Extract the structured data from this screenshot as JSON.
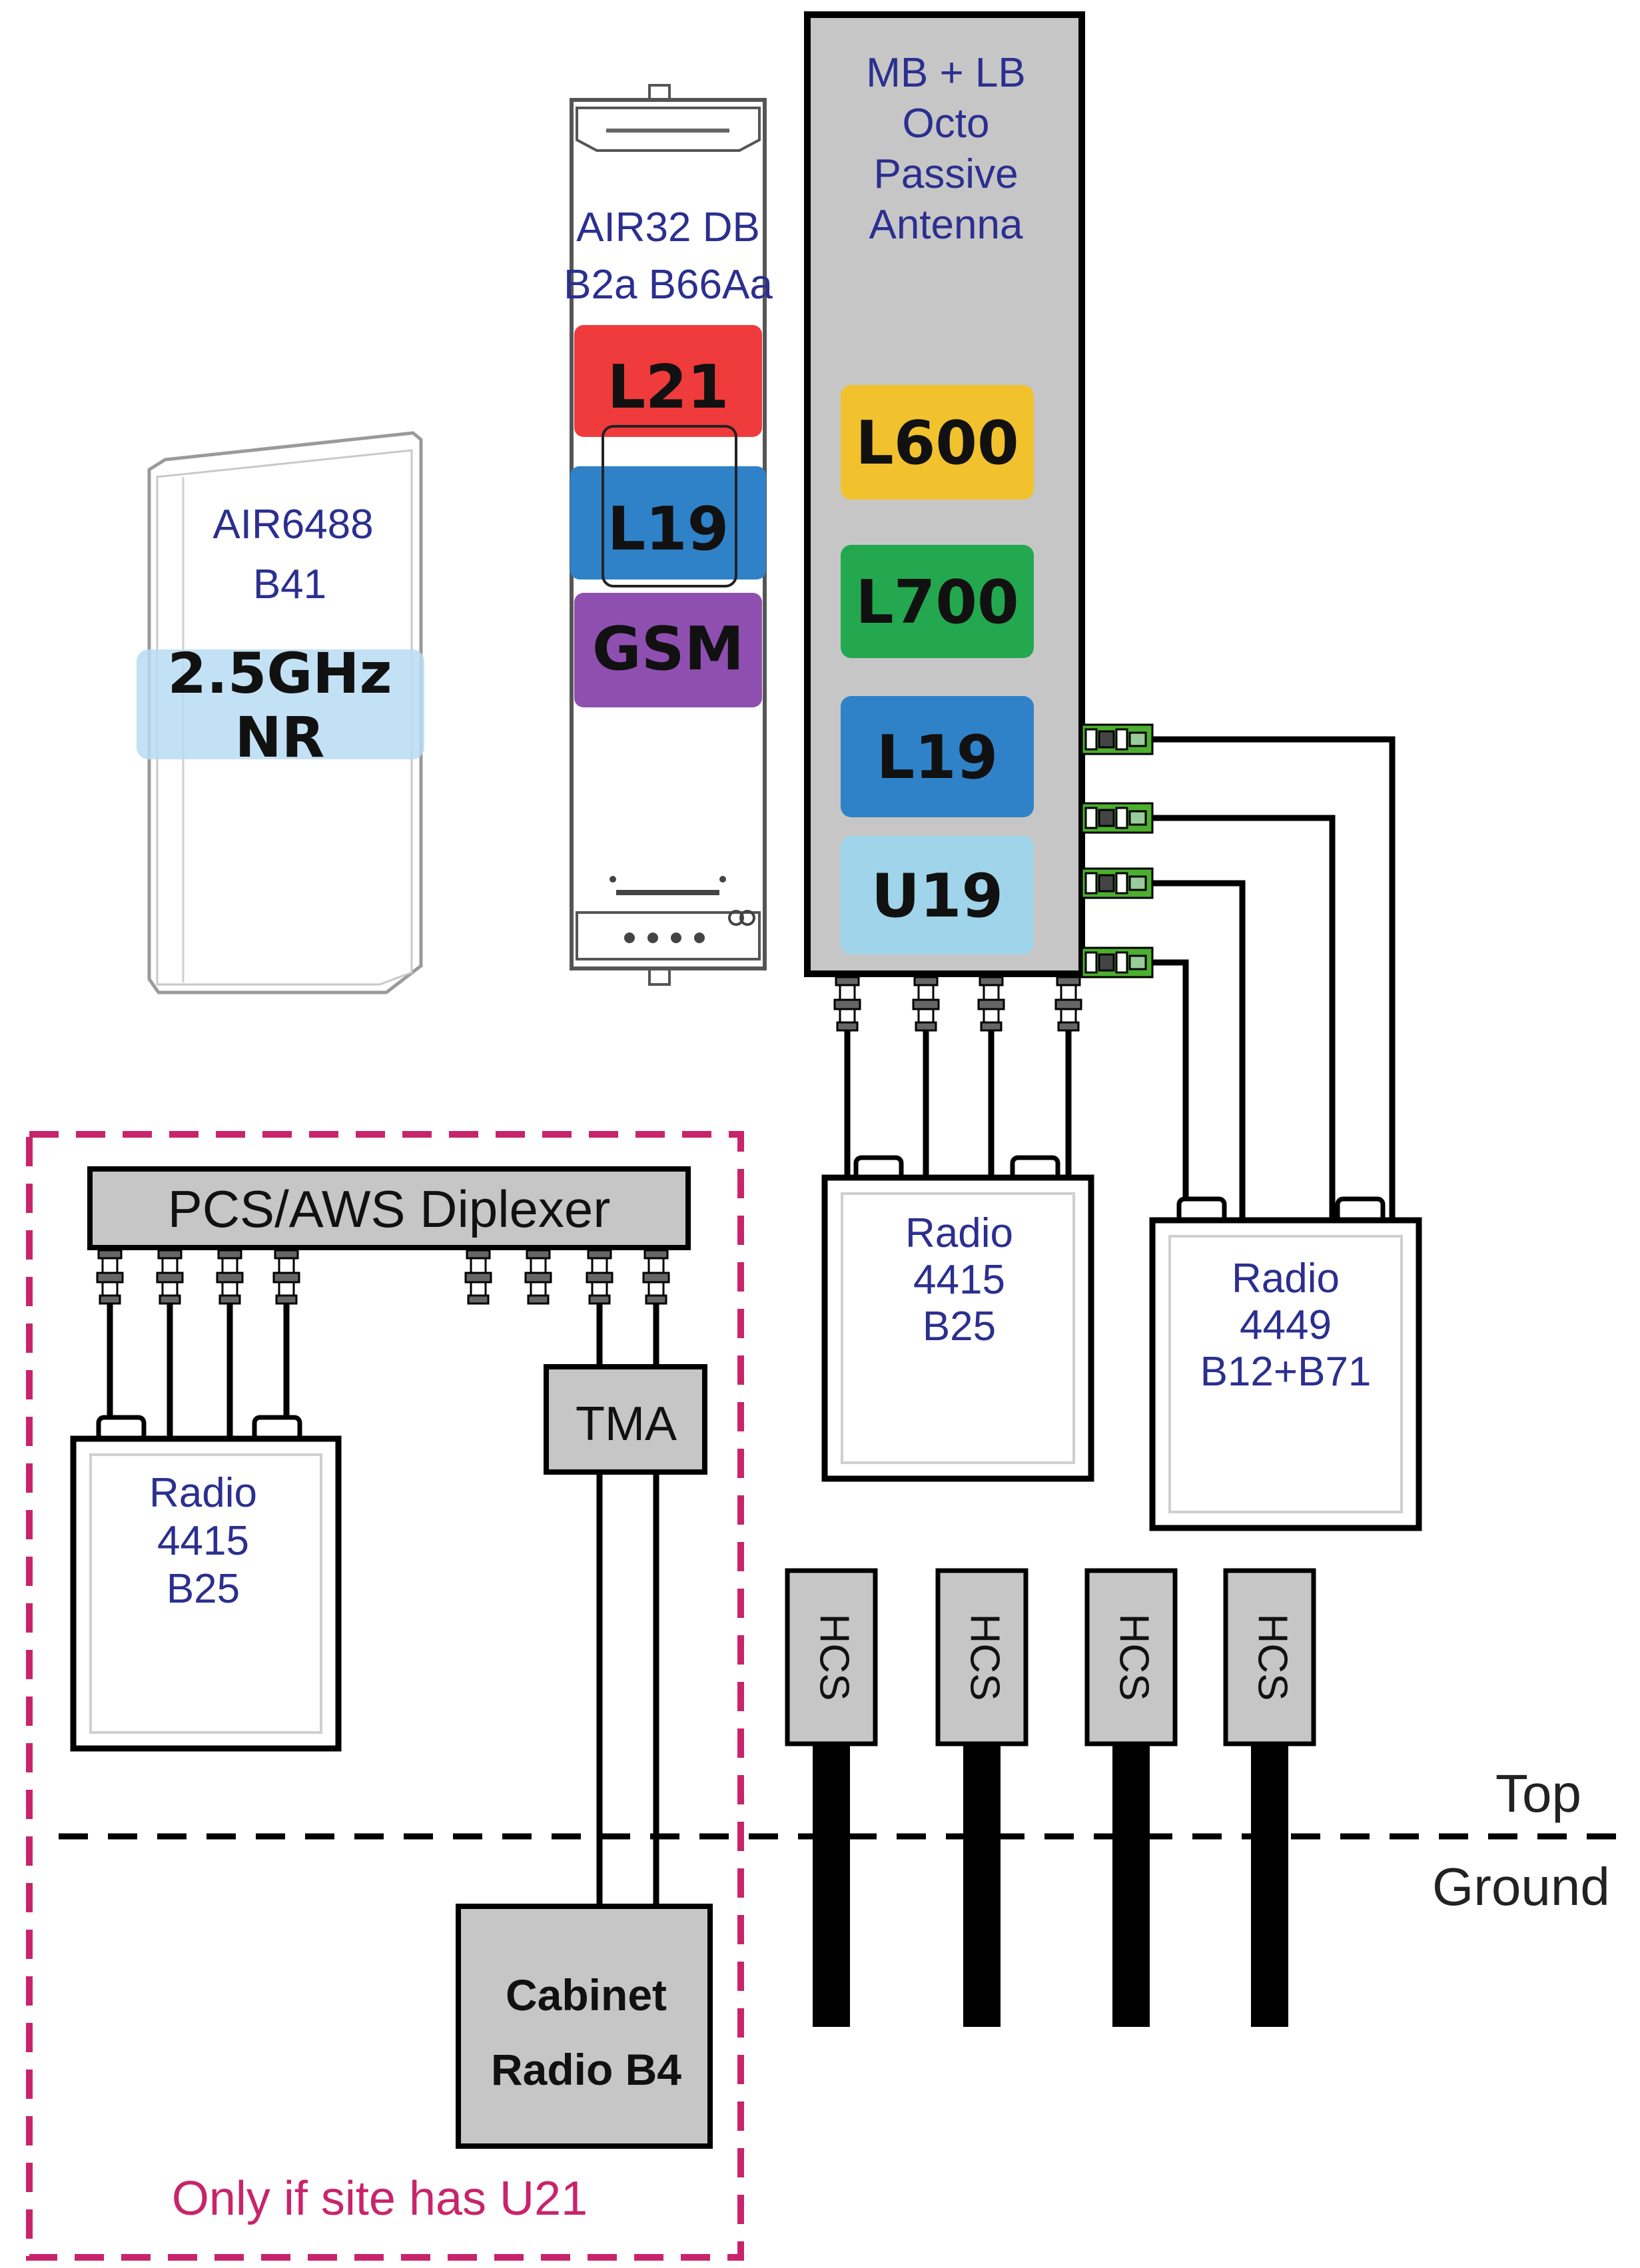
{
  "air6488": {
    "model": "AIR6488",
    "band": "B41",
    "tech_line1": "2.5GHz",
    "tech_line2": "NR"
  },
  "air32": {
    "line1": "AIR32 DB",
    "line2": "B2a B66Aa",
    "bands": [
      {
        "label": "L21",
        "color": "#ef3b3b"
      },
      {
        "label": "L19",
        "color": "#2f82c8"
      },
      {
        "label": "GSM",
        "color": "#8e4fb0"
      }
    ]
  },
  "octo": {
    "line1": "MB + LB",
    "line2": "Octo",
    "line3": "Passive",
    "line4": "Antenna",
    "bands": [
      {
        "label": "L600",
        "color": "#f2c12e"
      },
      {
        "label": "L700",
        "color": "#23a84f"
      },
      {
        "label": "L19",
        "color": "#2f82c8"
      },
      {
        "label": "U19",
        "color": "#9fd4ea"
      }
    ]
  },
  "radio_b25_right": {
    "line1": "Radio",
    "line2": "4415",
    "line3": "B25"
  },
  "radio_b12": {
    "line1": "Radio",
    "line2": "4449",
    "line3": "B12+B71"
  },
  "diplexer": {
    "label": "PCS/AWS Diplexer"
  },
  "radio_b25_left": {
    "line1": "Radio",
    "line2": "4415",
    "line3": "B25"
  },
  "tma": {
    "label": "TMA"
  },
  "cabinet": {
    "line1": "Cabinet",
    "line2": "Radio B4"
  },
  "hcs": [
    "HCS",
    "HCS",
    "HCS",
    "HCS"
  ],
  "levels": {
    "top": "Top",
    "ground": "Ground"
  },
  "note": {
    "text": "Only if site has U21",
    "color": "#c8246b"
  }
}
